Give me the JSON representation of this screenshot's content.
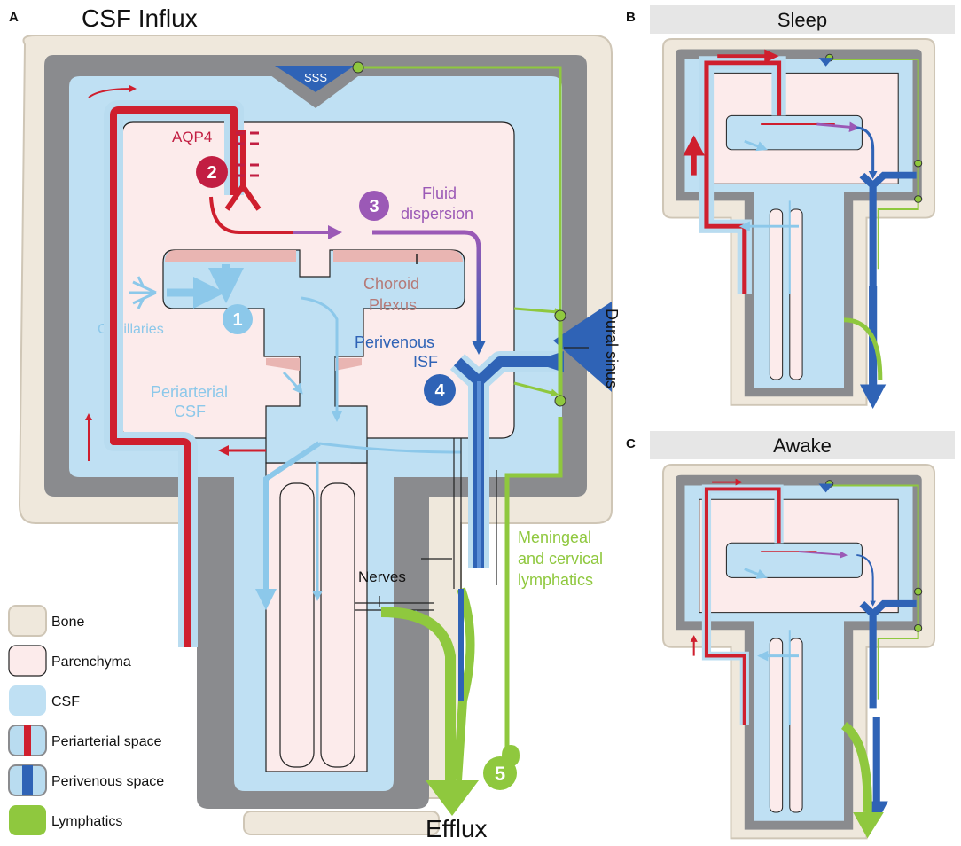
{
  "colors": {
    "bone": "#efe8dc",
    "bone_stroke": "#cfc6b6",
    "dura": "#8a8b8e",
    "csf": "#bfe0f3",
    "csf_flow": "#8cc8ea",
    "parenchyma": "#fcebeb",
    "choroid": "#e9b5b2",
    "artery": "#cf1f2e",
    "vein": "#2f63b6",
    "vein_light": "#5b8fd6",
    "lymph": "#8fc83e",
    "purple": "#9b59b6",
    "aqp4": "#c21e42",
    "band_grey": "#e6e6e6"
  },
  "panel_a": {
    "letter": "A",
    "title": "CSF Influx",
    "efflux": "Efflux",
    "labels": {
      "sss": "SSS",
      "aqp4": "AQP4",
      "fluid_dispersion": [
        "Fluid",
        "dispersion"
      ],
      "choroid_plexus": [
        "Choroid",
        "Plexus"
      ],
      "capillaries": "Capillaries",
      "perivenous_isf": [
        "Perivenous",
        "ISF"
      ],
      "periarterial_csf": [
        "Periarterial",
        "CSF"
      ],
      "dural_sinus": "Dural sinus",
      "nerves": "Nerves",
      "lymphatics": [
        "Meningeal",
        "and cervical",
        "lymphatics"
      ]
    },
    "steps": [
      "1",
      "2",
      "3",
      "4",
      "5"
    ]
  },
  "panel_b": {
    "letter": "B",
    "title": "Sleep"
  },
  "panel_c": {
    "letter": "C",
    "title": "Awake"
  },
  "legend": [
    {
      "label": "Bone",
      "swatch": "bone-icon"
    },
    {
      "label": "Parenchyma",
      "swatch": "parenchyma-icon"
    },
    {
      "label": "CSF",
      "swatch": "csf-icon"
    },
    {
      "label": "Periarterial space",
      "swatch": "periarterial-icon"
    },
    {
      "label": "Perivenous space",
      "swatch": "perivenous-icon"
    },
    {
      "label": "Lymphatics",
      "swatch": "lymphatics-icon"
    }
  ]
}
